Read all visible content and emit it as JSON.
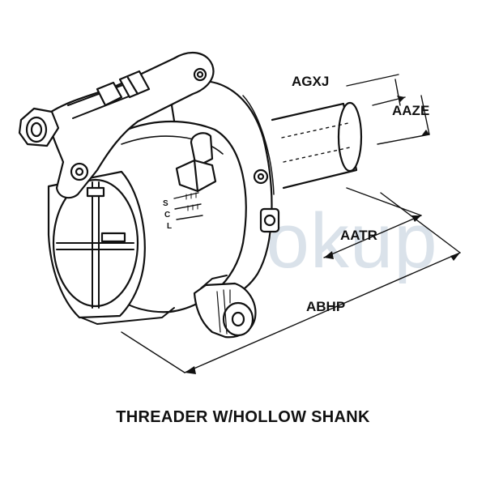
{
  "caption": "THREADER W/HOLLOW SHANK",
  "dimensions": {
    "agxj": "AGXJ",
    "aaze": "AAZE",
    "aatr": "AATR",
    "abhp": "ABHP"
  },
  "dial_letters": [
    "S",
    "C",
    "L"
  ],
  "watermark": {
    "text": "manlookup",
    "color": "#9fb3c8"
  },
  "colors": {
    "line": "#111111",
    "background": "#ffffff"
  }
}
